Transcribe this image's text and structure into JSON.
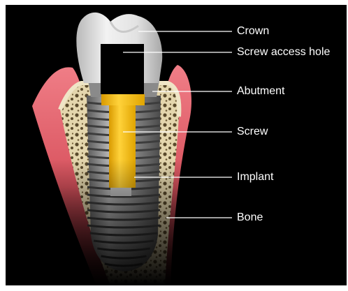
{
  "labels": {
    "crown": "Crown",
    "screw_access_hole": "Screw access hole",
    "abutment": "Abutment",
    "screw": "Screw",
    "implant": "Implant",
    "bone": "Bone"
  },
  "colors": {
    "background": "#000000",
    "label_text": "#ffffff",
    "leader_line": "#ffffff",
    "crown": "#e8e8e8",
    "access_hole": "#000000",
    "abutment": "#9a9a9a",
    "screw": "#f2b705",
    "implant": "#8a8a8a",
    "bone_cortical": "#e9dfbf",
    "bone_spongy": "#d8c494",
    "gum": "#e25b66",
    "gum_highlight": "#f6a4a9"
  }
}
